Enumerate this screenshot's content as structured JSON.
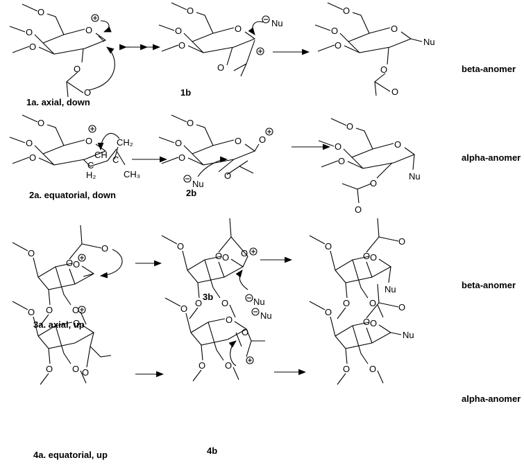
{
  "atoms": {
    "oxygen": "O",
    "nucleophile": "Nu",
    "methylene": "CH₂",
    "methine": "CH",
    "carbon": "C",
    "h2": "H₂",
    "methyl": "CH₃",
    "plus_charge": "+",
    "minus_charge": "−"
  },
  "rows": [
    {
      "start_label": "1a. axial, down",
      "intermediate_label": "1b",
      "product_label": "beta-anomer"
    },
    {
      "start_label": "2a. equatorial, down",
      "intermediate_label": "2b",
      "product_label": "alpha-anomer"
    },
    {
      "start_label": "3a. axial, up",
      "intermediate_label": "3b",
      "product_label": "beta-anomer"
    },
    {
      "start_label": "4a. equatorial, up",
      "intermediate_label": "4b",
      "product_label": "alpha-anomer"
    }
  ]
}
